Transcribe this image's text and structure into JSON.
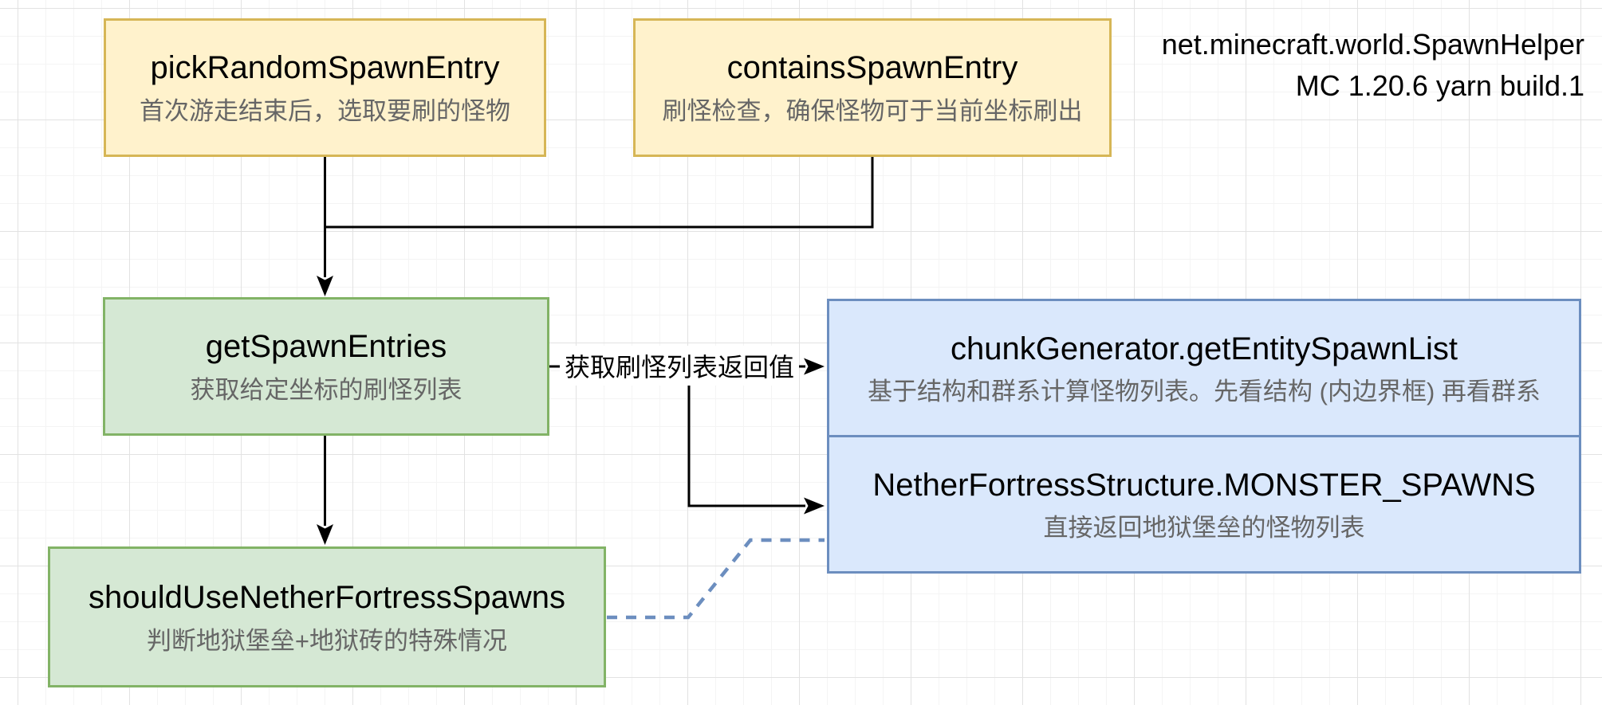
{
  "meta": {
    "package_line": "net.minecraft.world.SpawnHelper",
    "version_line": "MC 1.20.6 yarn build.1"
  },
  "nodes": {
    "pickRandomSpawnEntry": {
      "title": "pickRandomSpawnEntry",
      "subtitle": "首次游走结束后，选取要刷的怪物"
    },
    "containsSpawnEntry": {
      "title": "containsSpawnEntry",
      "subtitle": "刷怪检查，确保怪物可于当前坐标刷出"
    },
    "getSpawnEntries": {
      "title": "getSpawnEntries",
      "subtitle": "获取给定坐标的刷怪列表"
    },
    "chunkGeneratorGetEntitySpawnList": {
      "title": "chunkGenerator.getEntitySpawnList",
      "subtitle": "基于结构和群系计算怪物列表。先看结构 (内边界框) 再看群系"
    },
    "netherFortressMonsterSpawns": {
      "title": "NetherFortressStructure.MONSTER_SPAWNS",
      "subtitle": "直接返回地狱堡垒的怪物列表"
    },
    "shouldUseNetherFortressSpawns": {
      "title": "shouldUseNetherFortressSpawns",
      "subtitle": "判断地狱堡垒+地狱砖的特殊情况"
    }
  },
  "edges": {
    "spawn_list_label": "获取刷怪列表返回值"
  },
  "colors": {
    "yellow_fill": "#FFF2CC",
    "yellow_stroke": "#D6B656",
    "green_fill": "#D5E8D4",
    "green_stroke": "#82B366",
    "blue_fill": "#DAE8FC",
    "blue_stroke": "#6C8EBF",
    "edge_color": "#000000",
    "dashed_edge_color": "#6C8EBF",
    "subtitle_color": "#666666"
  }
}
